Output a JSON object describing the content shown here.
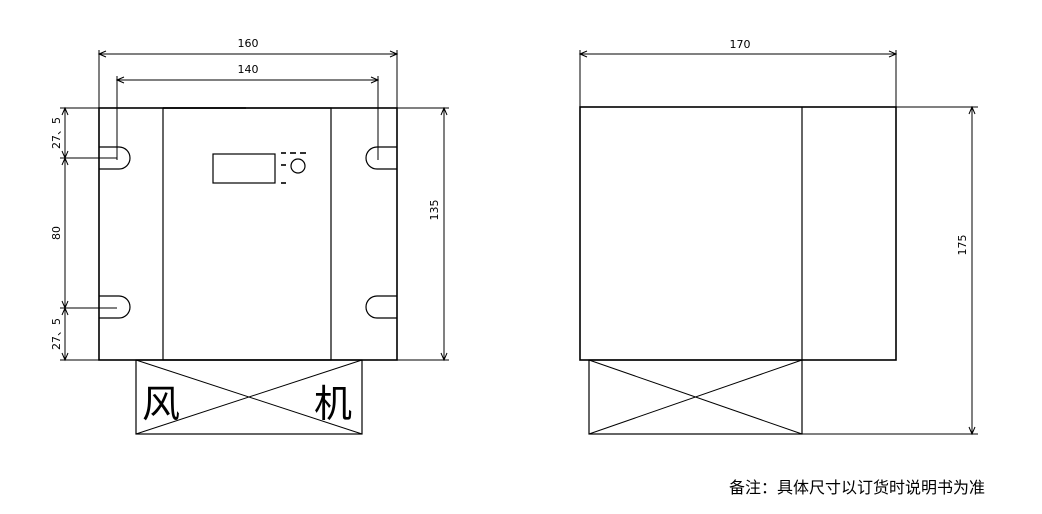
{
  "front_view": {
    "dim_width_outer": "160",
    "dim_width_holes": "140",
    "dim_top_offset": "27、5",
    "dim_hole_spacing": "80",
    "dim_bottom_offset": "27、5",
    "dim_height": "135",
    "fan_label_left": "风",
    "fan_label_right": "机"
  },
  "side_view": {
    "dim_depth": "170",
    "dim_total_height": "175"
  },
  "note": "备注：具体尺寸以订货时说明书为准"
}
